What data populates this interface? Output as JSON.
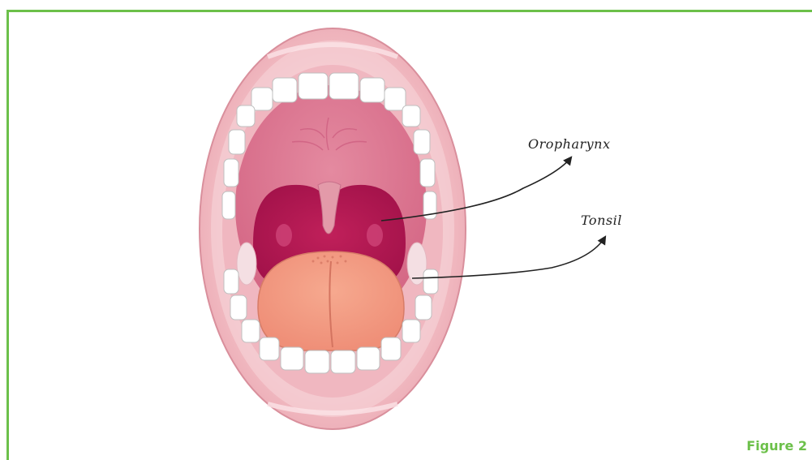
{
  "figure": {
    "label": "Figure 2",
    "accent_color": "#6cc04a"
  },
  "callouts": [
    {
      "text": "Oropharynx",
      "icon": "arrow-icon"
    },
    {
      "text": "Tonsil",
      "icon": "arrow-icon"
    }
  ]
}
